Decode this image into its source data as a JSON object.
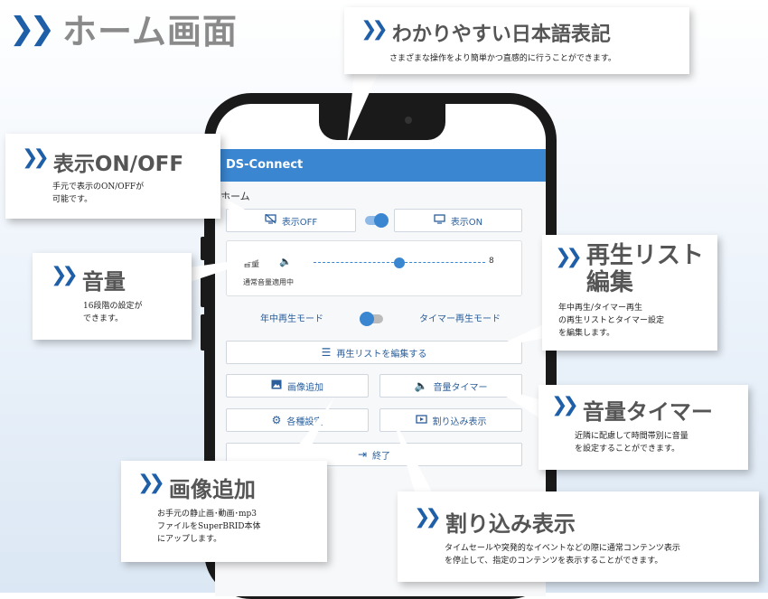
{
  "heading": "ホーム画面",
  "callouts": {
    "japanese": {
      "title": "わかりやすい日本語表記",
      "desc": "さまざまな操作をより簡単かつ直感的に行うことができます。"
    },
    "display": {
      "title": "表示ON/OFF",
      "desc1": "手元で表示のON/OFFが",
      "desc2": "可能です。"
    },
    "volume": {
      "title": "音量",
      "desc1": "16段階の設定が",
      "desc2": "できます。"
    },
    "playlist": {
      "title1": "再生リスト",
      "title2": "編集",
      "desc1": "年中再生/タイマー再生",
      "desc2": "の再生リストとタイマー設定",
      "desc3": "を編集します。"
    },
    "volume_timer": {
      "title": "音量タイマー",
      "desc1": "近隣に配慮して時間帯別に音量",
      "desc2": "を設定することができます。"
    },
    "image_add": {
      "title": "画像追加",
      "desc1": "お手元の静止画･動画･mp3",
      "desc2": "ファイルをSuperBRID本体",
      "desc3": "にアップします。"
    },
    "interrupt": {
      "title": "割り込み表示",
      "desc1": "タイムセールや突発的なイベントなどの際に通常コンテンツ表示",
      "desc2": "を停止して、指定のコンテンツを表示することができます。"
    }
  },
  "app": {
    "title": "DS-Connect",
    "screen_label": "ホーム",
    "display_off": "表示OFF",
    "display_on": "表示ON",
    "volume_label": "音量",
    "volume_value": "8",
    "volume_level": 0.5,
    "volume_status": "通常音量適用中",
    "mode_yearround": "年中再生モード",
    "mode_timer": "タイマー再生モード",
    "edit_playlist": "再生リストを編集する",
    "image_add": "画像追加",
    "volume_timer": "音量タイマー",
    "settings": "各種設定",
    "interrupt": "割り込み表示",
    "exit": "終了"
  },
  "colors": {
    "accent": "#3a86d1",
    "chevron": "#1f5fa8",
    "heading": "#8a8a8a"
  }
}
